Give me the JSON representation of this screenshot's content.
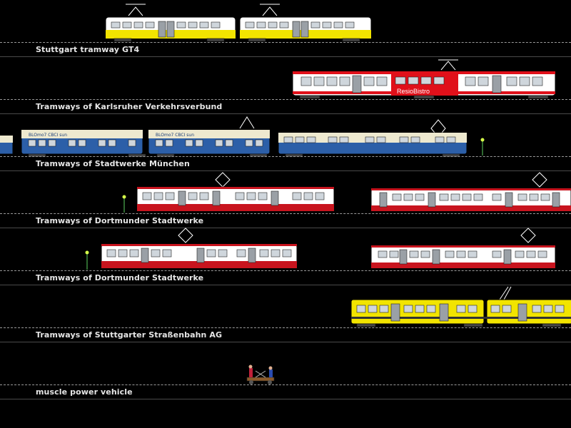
{
  "lanes": [
    {
      "label": "Stuttgart tramway GT4"
    },
    {
      "label": "Tramways of Karlsruher Verkehrsverbund"
    },
    {
      "label": "Tramways of Stadtwerke München"
    },
    {
      "label": "Tramways of Dortmunder Stadtwerke"
    },
    {
      "label": "Tramways of Dortmunder Stadtwerke"
    },
    {
      "label": "Tramways of Stuttgarter Straßenbahn AG"
    },
    {
      "label": "muscle power vehicle"
    }
  ],
  "tram_texts": {
    "bistro": "ResioBistro",
    "munich_sign": "BLOmo7 CBCI sun"
  },
  "colors": {
    "background": "#000000",
    "label": "#e6e6e6",
    "rail": "#9a9a9a",
    "stuttgart_yellow": "#f2e400",
    "karlsruhe_red": "#e0101a",
    "munich_blue": "#2c5fa8",
    "munich_cream": "#eee9cf",
    "dortmund_red": "#c8141e",
    "signal": "#d6ff4a"
  }
}
